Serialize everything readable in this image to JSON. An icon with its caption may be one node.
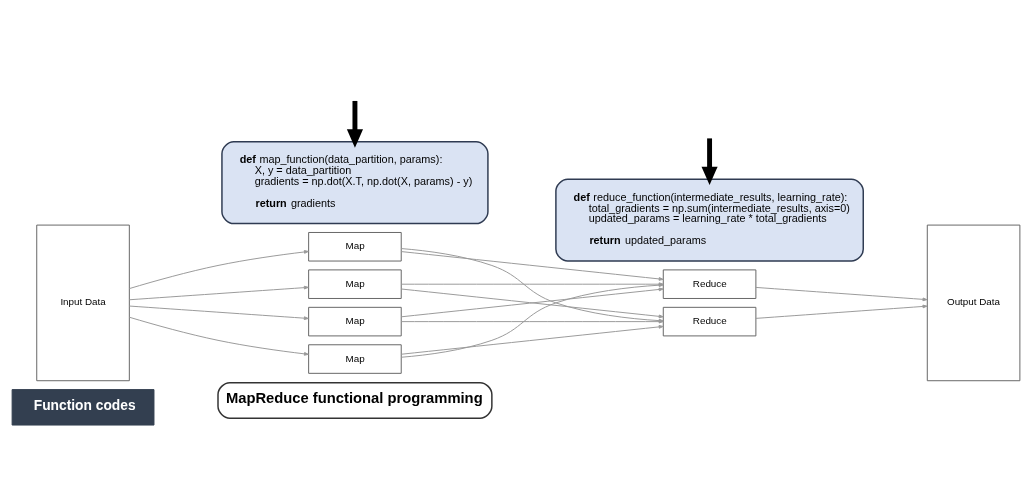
{
  "diagram": {
    "nodes": [
      {
        "text": [
          "Function codes"
        ]
      },
      {
        "text": [
          "MapReduce functional programming"
        ]
      },
      {
        "text": [
          "Input Data"
        ]
      },
      {
        "text": [
          "Map"
        ]
      },
      {
        "text": [
          "Map"
        ]
      },
      {
        "text": [
          "Map"
        ]
      },
      {
        "text": [
          "Map"
        ]
      },
      {
        "text": [
          "Reduce"
        ]
      },
      {
        "text": [
          "Reduce"
        ]
      },
      {
        "text": [
          "Output Data"
        ]
      },
      {
        "text": [
          "**def** map_function(data_partition, params):",
          "X, y = data_partition",
          "gradients = np.dot(X.T, np.dot(X, params) - y)",
          "**return** gradients"
        ]
      },
      {
        "text": [
          "**def** reduce_function(intermediate_results, learning_rate):",
          "total_gradients = np.sum(intermediate_results, axis=0)",
          "updated_params = learning_rate * total_gradients",
          "**return** updated_params"
        ]
      }
    ],
    "edges": [
      {
        "from": 2,
        "to": 3,
        "arrow": "to"
      },
      {
        "from": 2,
        "to": 4,
        "arrow": "to"
      },
      {
        "from": 2,
        "to": 5,
        "arrow": "to"
      },
      {
        "from": 2,
        "to": 6,
        "arrow": "to"
      },
      {
        "from": 3,
        "to": 7,
        "arrow": "to"
      },
      {
        "from": 3,
        "to": 8,
        "arrow": "to"
      },
      {
        "from": 4,
        "to": 7,
        "arrow": "to"
      },
      {
        "from": 4,
        "to": 8,
        "arrow": "to"
      },
      {
        "from": 5,
        "to": 7,
        "arrow": "to"
      },
      {
        "from": 5,
        "to": 8,
        "arrow": "to"
      },
      {
        "from": 6,
        "to": 7,
        "arrow": "to"
      },
      {
        "from": 6,
        "to": 8,
        "arrow": "to"
      },
      {
        "from": 7,
        "to": 9,
        "arrow": "to"
      },
      {
        "from": 8,
        "to": 9,
        "arrow": "to"
      },
      {
        "from": null,
        "to": 10,
        "arrow": "to",
        "style": "thick",
        "color": "#000000"
      },
      {
        "from": null,
        "to": 11,
        "arrow": "to",
        "style": "thick",
        "color": "#000000"
      }
    ]
  }
}
